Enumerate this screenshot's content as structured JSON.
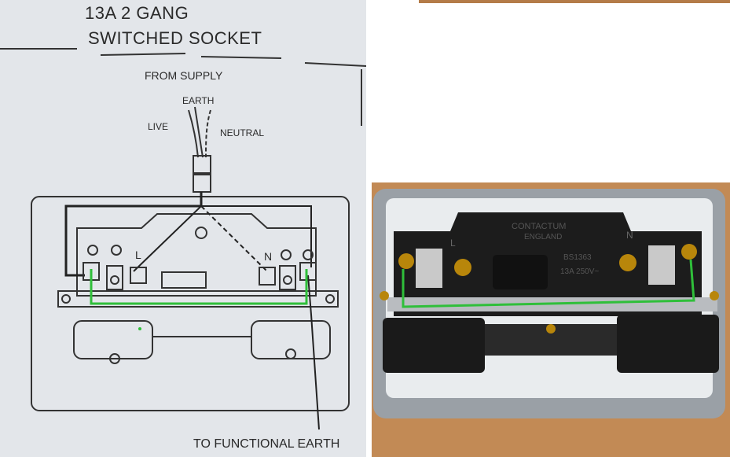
{
  "diagram": {
    "title_line1": "13A 2 GANG",
    "title_line2": "SWITCHED SOCKET",
    "from_supply": "FROM SUPPLY",
    "earth": "EARTH",
    "live": "LIVE",
    "neutral": "NEUTRAL",
    "terminal_l": "L",
    "terminal_n": "N",
    "to_functional_earth": "TO FUNCTIONAL EARTH"
  },
  "photo": {
    "brand_line1": "CONTACTUM",
    "brand_line2": "ENGLAND",
    "standard": "BS1363",
    "rating": "13A 250V~",
    "terminal_l": "L",
    "terminal_n": "N"
  },
  "colors": {
    "paper": "#e3e6ea",
    "ink": "#2a2a2a",
    "highlight_wire": "#2fbf3a",
    "socket_body": "#1a1a1a",
    "wood": "#c28a55"
  }
}
